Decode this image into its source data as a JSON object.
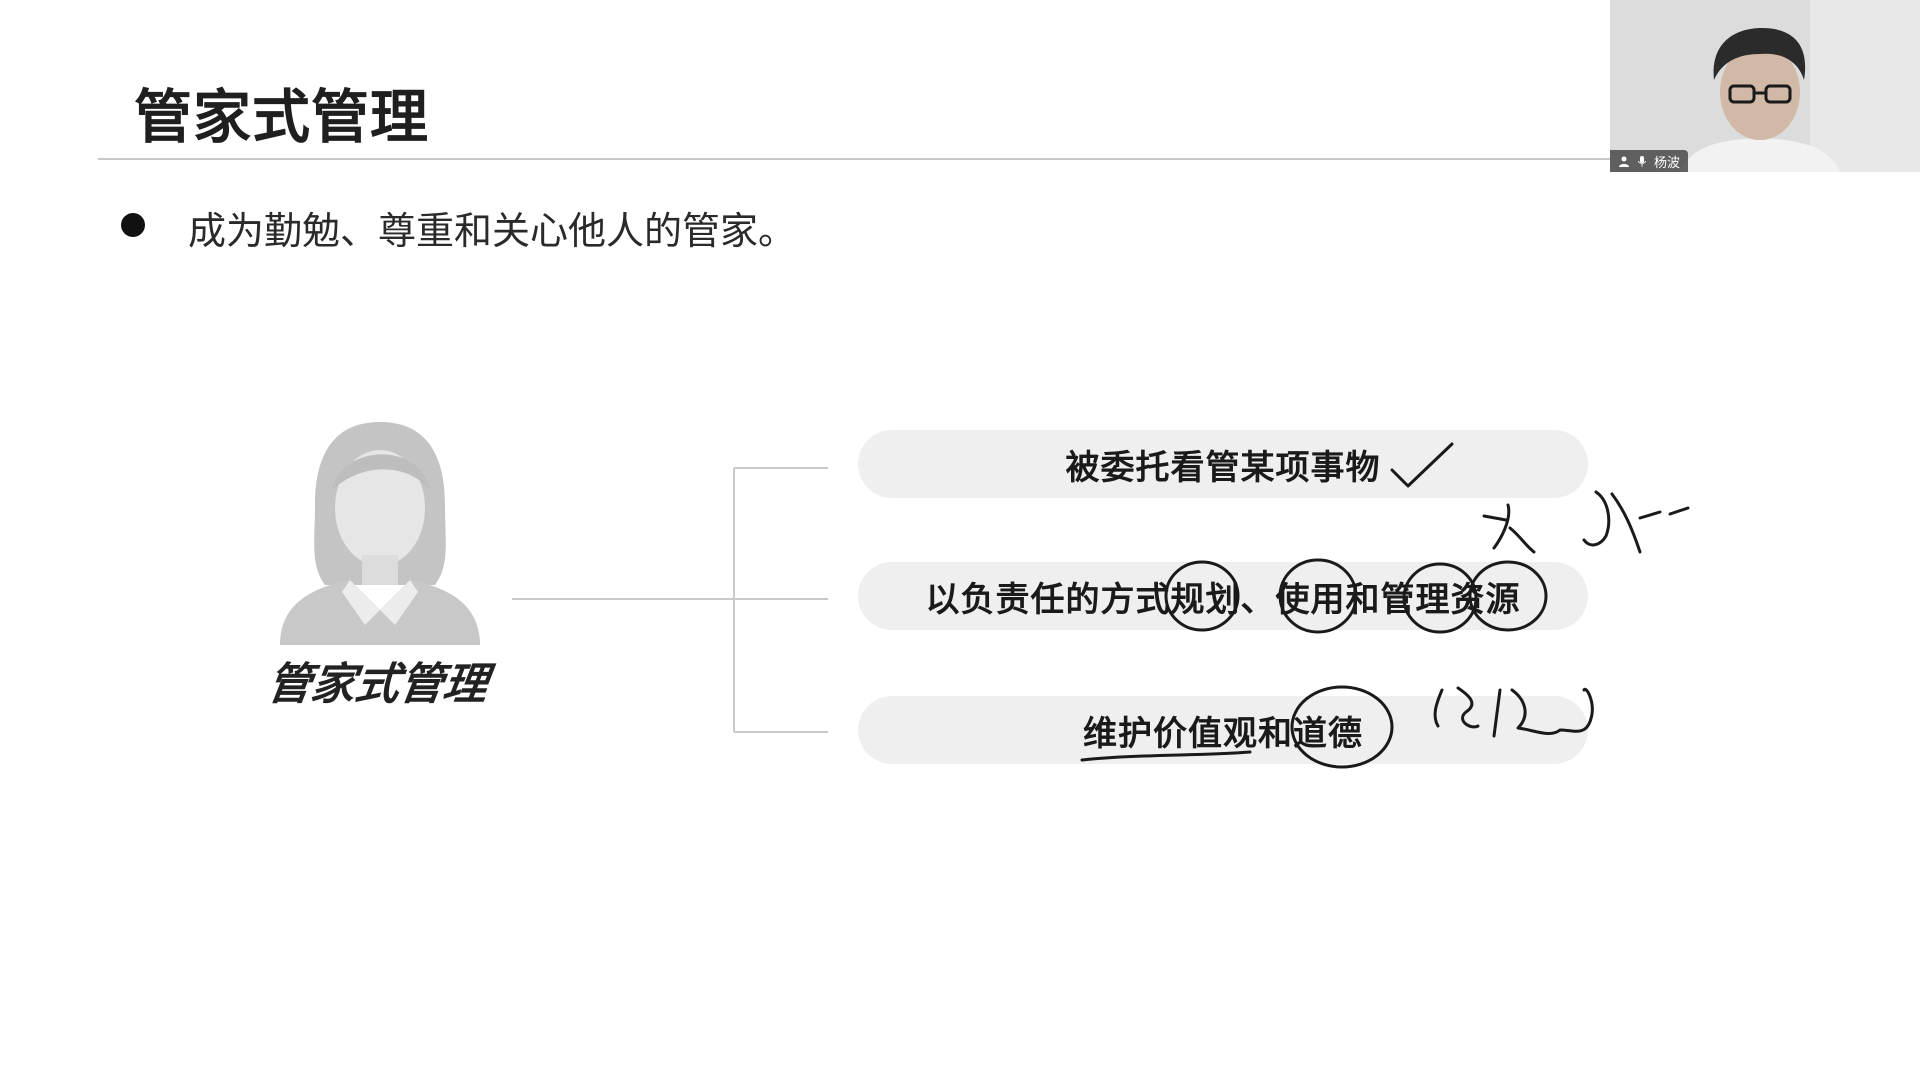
{
  "slide": {
    "title": "管家式管理",
    "bullet": "成为勤勉、尊重和关心他人的管家。",
    "avatar_caption": "管家式管理",
    "items": [
      "被委托看管某项事物",
      "以负责任的方式规划、使用和管理资源",
      "维护价值观和道德"
    ]
  },
  "video": {
    "participant_name": "杨波"
  },
  "colors": {
    "pill_background": "#efefef",
    "rule": "#c8c8c8",
    "ink": "#222222"
  },
  "icons": [
    "female-user-icon",
    "user-icon",
    "microphone-icon"
  ]
}
